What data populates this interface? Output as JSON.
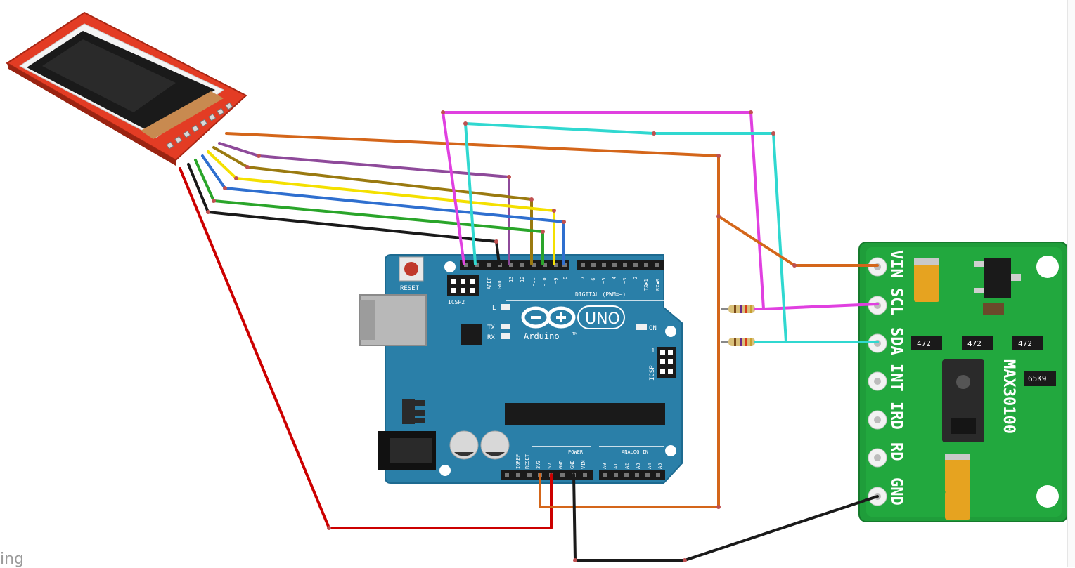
{
  "watermark": "ing",
  "arduino": {
    "reset_label": "RESET",
    "icsp2_label": "ICSP2",
    "icsp_label": "ICSP",
    "icsp_pin1": "1",
    "l_label": "L",
    "tx_label": "TX",
    "rx_label": "RX",
    "on_label": "ON",
    "brand": "Arduino",
    "tm": "TM",
    "model": "UNO",
    "digital_label": "DIGITAL (PWM=~)",
    "power_label": "POWER",
    "analog_label": "ANALOG IN",
    "digital_pins": [
      "AREF",
      "GND",
      "13",
      "12",
      "~11",
      "~10",
      "~9",
      "8",
      "7",
      "~6",
      "~5",
      "4",
      "~3",
      "2",
      "TX▶1",
      "RX◀0"
    ],
    "power_pins": [
      "IOREF",
      "RESET",
      "3V3",
      "5V",
      "GND",
      "GND",
      "VIN"
    ],
    "analog_pins": [
      "A0",
      "A1",
      "A2",
      "A3",
      "A4",
      "A5"
    ]
  },
  "sensor": {
    "name": "MAX30100",
    "pins": [
      "VIN",
      "SCL",
      "SDA",
      "INT",
      "IRD",
      "RD",
      "GND"
    ],
    "resistor_codes": [
      "472",
      "472",
      "472"
    ],
    "chip_code": "65K9"
  },
  "wire_colors": {
    "red": "#cc0000",
    "black": "#1a1a1a",
    "green": "#2aa52a",
    "blue": "#2f6fcf",
    "yellow": "#f4e000",
    "olive": "#9a7a10",
    "purple": "#8e4a9a",
    "orange": "#d4661a",
    "magenta": "#e040e0",
    "cyan": "#30d8d0"
  }
}
